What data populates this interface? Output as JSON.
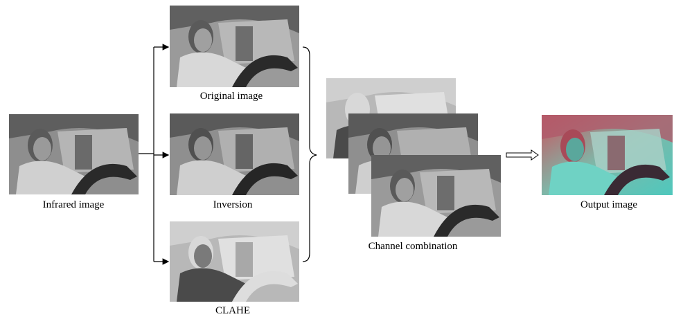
{
  "labels": {
    "infrared": "Infrared image",
    "original": "Original image",
    "inversion": "Inversion",
    "clahe": "CLAHE",
    "channel_combination": "Channel combination",
    "output": "Output image"
  },
  "colors": {
    "line": "#000000",
    "original_bg": "#9a9a9a",
    "inversion_bg": "#8f8f8f",
    "clahe_bg": "#b8b8b8",
    "output_red": "#c8555f",
    "output_teal": "#4fc8bd"
  }
}
